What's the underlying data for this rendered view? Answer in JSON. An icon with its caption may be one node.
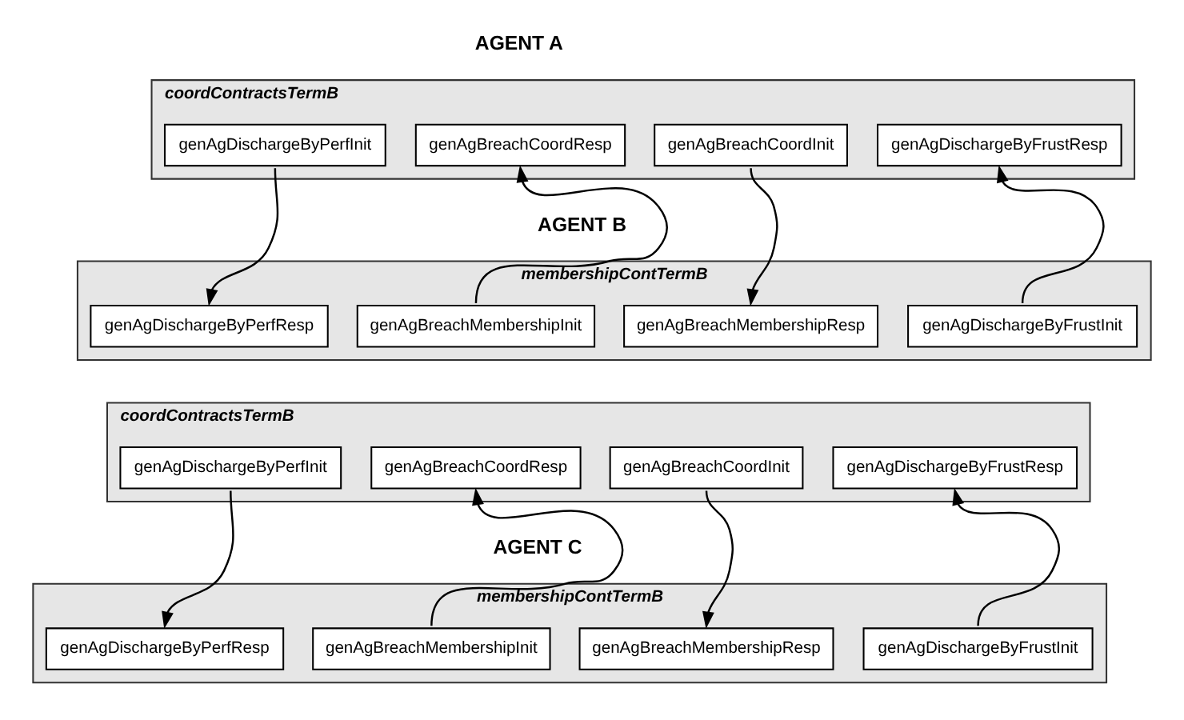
{
  "diagram": {
    "nodes": [
      {
        "text": [
          "coordContractsTermB"
        ]
      },
      {
        "text": [
          "genAgDischargeByPerfInit"
        ],
        "in": 0
      },
      {
        "text": [
          "genAgBreachCoordResp"
        ],
        "in": 0
      },
      {
        "text": [
          "genAgBreachCoordInit"
        ],
        "in": 0
      },
      {
        "text": [
          "genAgDischargeByFrustResp"
        ],
        "in": 0
      },
      {
        "text": [
          "membershipContTermB"
        ]
      },
      {
        "text": [
          "genAgDischargeByPerfResp"
        ],
        "in": 5
      },
      {
        "text": [
          "genAgBreachMembershipInit"
        ],
        "in": 5
      },
      {
        "text": [
          "genAgBreachMembershipResp"
        ],
        "in": 5
      },
      {
        "text": [
          "genAgDischargeByFrustInit"
        ],
        "in": 5
      },
      {
        "text": [
          "coordContractsTermB"
        ]
      },
      {
        "text": [
          "genAgDischargeByPerfInit"
        ],
        "in": 10
      },
      {
        "text": [
          "genAgBreachCoordResp"
        ],
        "in": 10
      },
      {
        "text": [
          "genAgBreachCoordInit"
        ],
        "in": 10
      },
      {
        "text": [
          "genAgDischargeByFrustResp"
        ],
        "in": 10
      },
      {
        "text": [
          "membershipContTermB"
        ]
      },
      {
        "text": [
          "genAgDischargeByPerfResp"
        ],
        "in": 15
      },
      {
        "text": [
          "genAgBreachMembershipInit"
        ],
        "in": 15
      },
      {
        "text": [
          "genAgBreachMembershipResp"
        ],
        "in": 15
      },
      {
        "text": [
          "genAgDischargeByFrustInit"
        ],
        "in": 15
      }
    ],
    "edges": [
      {
        "from": 1,
        "to": 6,
        "arrow": "to"
      },
      {
        "from": 7,
        "to": 2,
        "arrow": "to"
      },
      {
        "from": 3,
        "to": 8,
        "arrow": "to"
      },
      {
        "from": 9,
        "to": 4,
        "arrow": "to"
      },
      {
        "from": 11,
        "to": 16,
        "arrow": "to"
      },
      {
        "from": 17,
        "to": 12,
        "arrow": "to"
      },
      {
        "from": 13,
        "to": 18,
        "arrow": "to"
      },
      {
        "from": 19,
        "to": 14,
        "arrow": "to"
      }
    ],
    "labels": [
      "AGENT A",
      "AGENT B",
      "AGENT C"
    ]
  }
}
